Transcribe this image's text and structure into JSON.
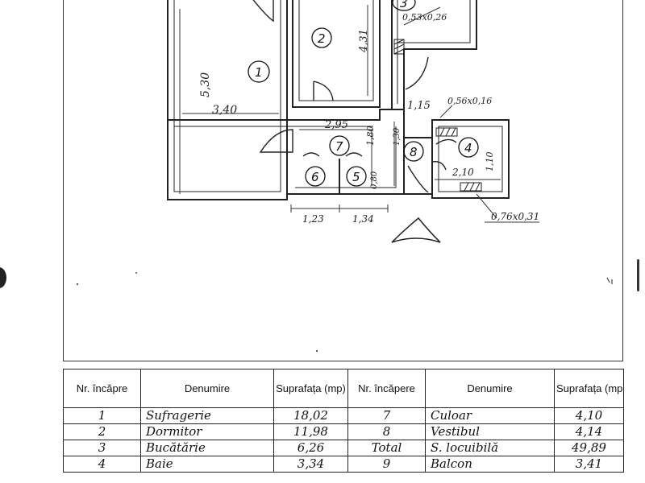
{
  "plan": {
    "rooms": [
      "1",
      "2",
      "3",
      "4",
      "5",
      "6",
      "7",
      "8"
    ],
    "dims": {
      "d530": "5,30",
      "d340": "3,40",
      "d431": "4,31",
      "d053": "0,53x0,26",
      "d295": "2,95",
      "d180": "1,80",
      "d115": "1,15",
      "d056": "0,56x0,16",
      "d110": "1,10",
      "d210": "2,10",
      "d123": "1,23",
      "d134": "1,34",
      "d076": "0,76x0,31",
      "d130": "1,30",
      "d080": "0,80"
    }
  },
  "table": {
    "headers": [
      "Nr. încăpre",
      "Denumire",
      "Suprafața (mp)",
      "Nr. încăpere",
      "Denumire",
      "Suprafața (mp)"
    ],
    "rows": [
      [
        "1",
        "Sufragerie",
        "18,02",
        "7",
        "Culoar",
        "4,10"
      ],
      [
        "2",
        "Dormitor",
        "11,98",
        "8",
        "Vestibul",
        "4,14"
      ],
      [
        "3",
        "Bucătărie",
        "6,26",
        "Total",
        "S. locuibilă",
        "49,89"
      ],
      [
        "4",
        "Baie",
        "3,34",
        "9",
        "Balcon",
        "3,41"
      ]
    ]
  },
  "colors": {
    "ink": "#222222",
    "paper": "#ffffff"
  }
}
